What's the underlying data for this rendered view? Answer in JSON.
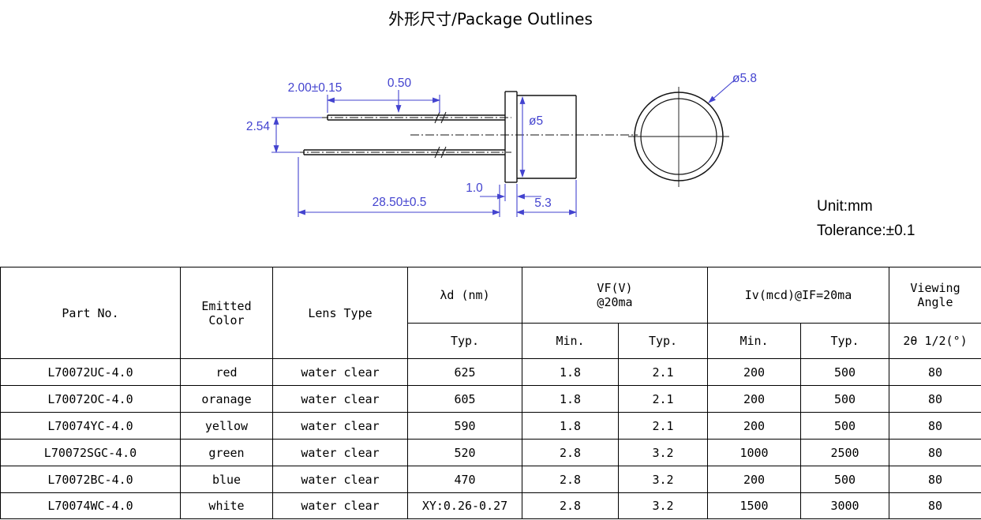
{
  "title": "外形尺寸/Package Outlines",
  "notes": {
    "unit": "Unit:mm",
    "tolerance": "Tolerance:±0.1"
  },
  "drawing": {
    "dim_lead_length_left": "2.00±0.15",
    "dim_lead_thickness": "0.50",
    "dim_lead_pitch": "2.54",
    "dim_body_diameter": "ø5",
    "dim_total_length": "28.50±0.5",
    "dim_flange_thickness": "1.0",
    "dim_body_length": "5.3",
    "dim_flange_diameter": "ø5.8"
  },
  "table": {
    "header": {
      "part_no": "Part No.",
      "emitted_color": "Emitted\nColor",
      "lens_type": "Lens Type",
      "lambda_d": "λd (nm)",
      "vf": "VF(V)\n@20ma",
      "iv": "Iv(mcd)@IF=20ma",
      "viewing_angle": "Viewing\nAngle",
      "sub_typ1": "Typ.",
      "sub_min1": "Min.",
      "sub_typ2": "Typ.",
      "sub_min2": "Min.",
      "sub_typ3": "Typ.",
      "sub_angle": "2θ 1/2(°)"
    },
    "rows": [
      [
        "L70072UC-4.0",
        "red",
        "water clear",
        "625",
        "1.8",
        "2.1",
        "200",
        "500",
        "80"
      ],
      [
        "L70072OC-4.0",
        "oranage",
        "water clear",
        "605",
        "1.8",
        "2.1",
        "200",
        "500",
        "80"
      ],
      [
        "L70074YC-4.0",
        "yellow",
        "water clear",
        "590",
        "1.8",
        "2.1",
        "200",
        "500",
        "80"
      ],
      [
        "L70072SGC-4.0",
        "green",
        "water clear",
        "520",
        "2.8",
        "3.2",
        "1000",
        "2500",
        "80"
      ],
      [
        "L70072BC-4.0",
        "blue",
        "water clear",
        "470",
        "2.8",
        "3.2",
        "200",
        "500",
        "80"
      ],
      [
        "L70074WC-4.0",
        "white",
        "water clear",
        "XY:0.26-0.27",
        "2.8",
        "3.2",
        "1500",
        "3000",
        "80"
      ]
    ]
  }
}
